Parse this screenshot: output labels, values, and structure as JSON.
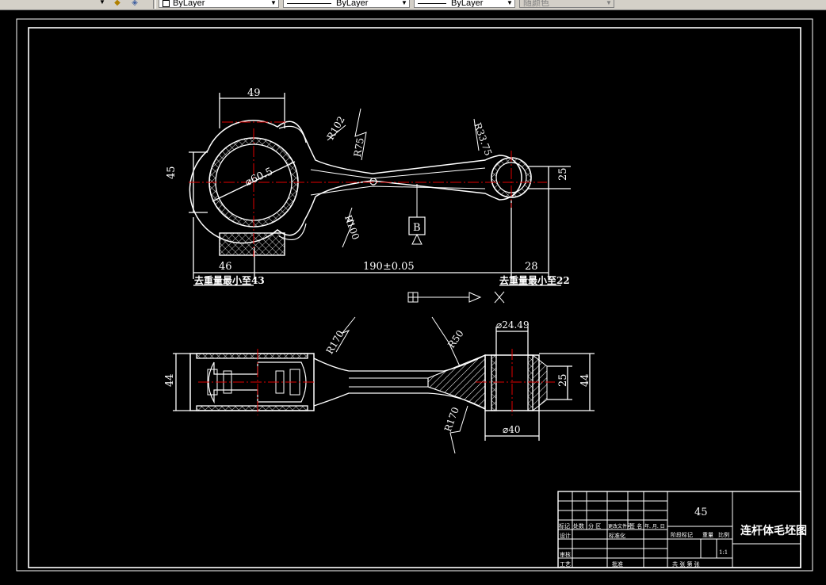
{
  "toolbar": {
    "layer_color_label": "ByLayer",
    "linetype_label": "ByLayer",
    "lineweight_label": "ByLayer",
    "plotstyle_label": "随颜色"
  },
  "drawing": {
    "dimensions": {
      "width_49": "49",
      "height_45": "45",
      "dia_60_5": "⌀60.5",
      "r102": "R102",
      "r75": "R75",
      "r33_75": "R33.75",
      "r100": "R100",
      "height_25_top": "25",
      "dist_46": "46",
      "dist_190": "190±0.05",
      "dist_28": "28",
      "r170_a": "R170",
      "r50": "R50",
      "dia_24_49": "⌀24.49",
      "height_44_left": "44",
      "height_25_bottom": "25",
      "height_44_right": "44",
      "r170_b": "R170",
      "dia_40": "⌀40"
    },
    "notes": {
      "left_weight": "去重量最小至43",
      "right_weight": "去重量最小至22"
    },
    "datum_label": "B"
  },
  "title_block": {
    "material": "45",
    "title": "连杆体毛坯图",
    "ratio": "1:1",
    "header_cells": [
      "标记",
      "处数",
      "分 区",
      "更改文件号",
      "签 名",
      "年. 月. 日"
    ],
    "row_design": "设计",
    "row_standard": "标准化",
    "row_review": "审核",
    "row_process": "工艺",
    "row_approve": "批准",
    "stage_label": "阶段标记",
    "weight_label": "重量",
    "scale_label": "比例",
    "total_label": "共 张 第 张"
  }
}
